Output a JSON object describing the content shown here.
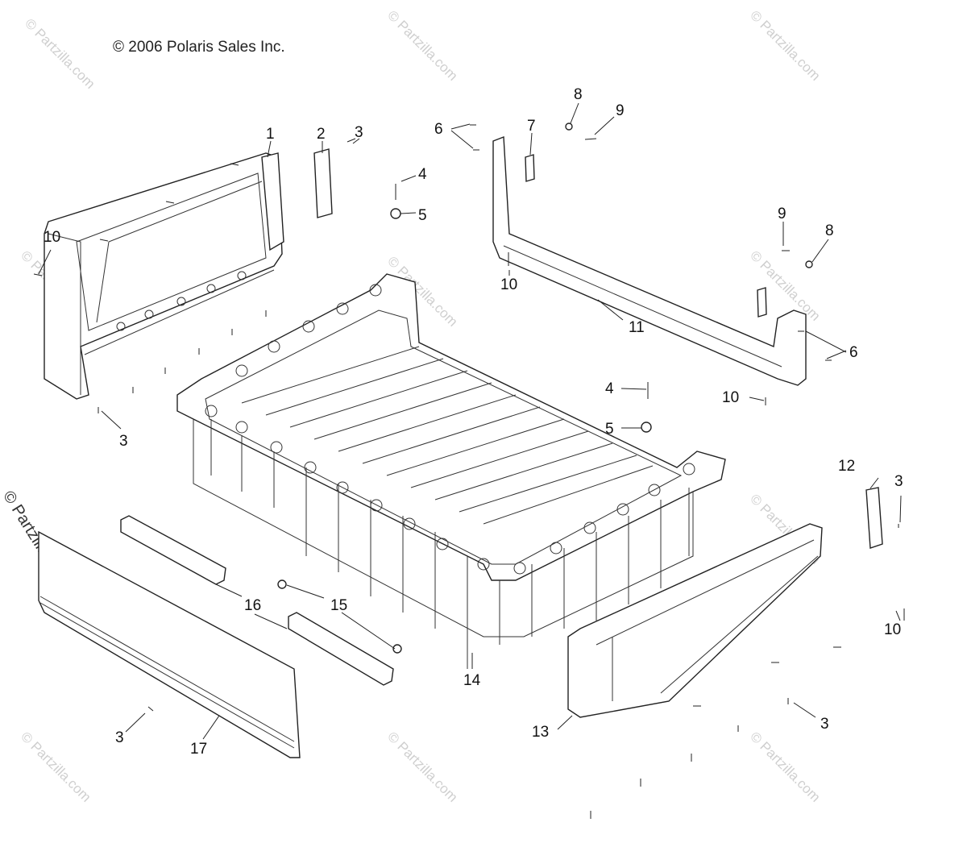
{
  "copyright": "© 2006 Polaris Sales Inc.",
  "side_watermark": "© Partzilla.com",
  "watermark": "© Partzilla.com",
  "callouts": {
    "c1": "1",
    "c2": "2",
    "c3a": "3",
    "c3b": "3",
    "c3c": "3",
    "c3d": "3",
    "c3e": "3",
    "c4a": "4",
    "c4b": "4",
    "c5a": "5",
    "c5b": "5",
    "c6a": "6",
    "c6b": "6",
    "c7": "7",
    "c8a": "8",
    "c8b": "8",
    "c9a": "9",
    "c9b": "9",
    "c10a": "10",
    "c10b": "10",
    "c10c": "10",
    "c10d": "10",
    "c11": "11",
    "c12": "12",
    "c13": "13",
    "c14": "14",
    "c15": "15",
    "c16": "16",
    "c17": "17"
  }
}
